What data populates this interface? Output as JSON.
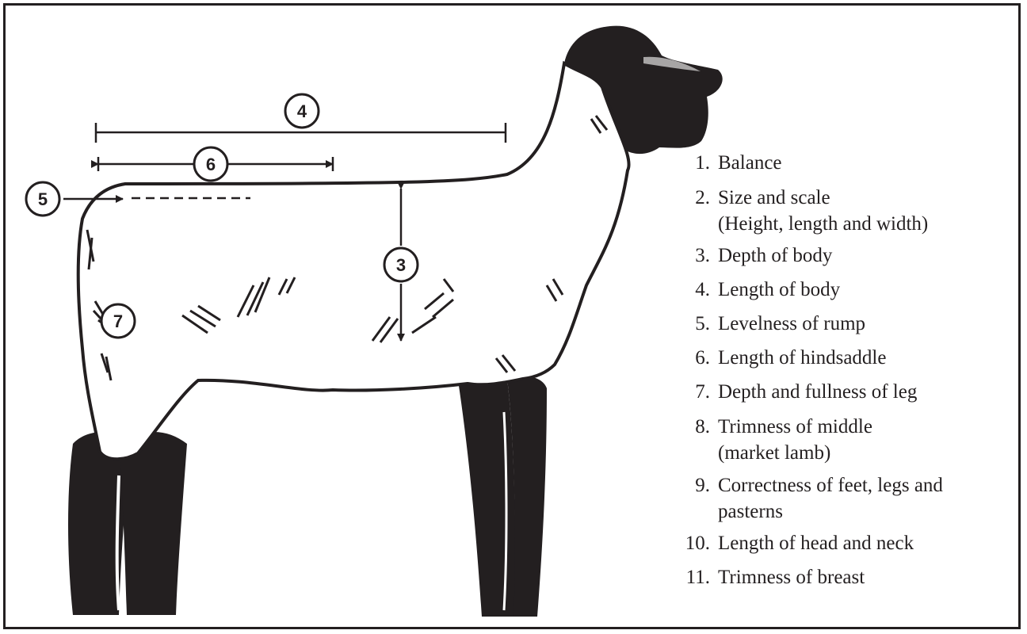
{
  "callouts": [
    "4",
    "6",
    "5",
    "3",
    "7"
  ],
  "legend": {
    "items": [
      {
        "num": "1.",
        "label": "Balance"
      },
      {
        "num": "2.",
        "label": "Size and scale",
        "sub": "(Height, length and width)"
      },
      {
        "num": "3.",
        "label": "Depth of body"
      },
      {
        "num": "4.",
        "label": "Length of body"
      },
      {
        "num": "5.",
        "label": "Levelness of rump"
      },
      {
        "num": "6.",
        "label": "Length of hindsaddle"
      },
      {
        "num": "7.",
        "label": "Depth and fullness of leg"
      },
      {
        "num": "8.",
        "label": "Trimness of middle",
        "sub": "(market lamb)"
      },
      {
        "num": "9.",
        "label": "Correctness of feet, legs and",
        "sub": "pasterns"
      },
      {
        "num": "10.",
        "label": "Length of head and neck"
      },
      {
        "num": "11.",
        "label": "Trimness of breast"
      }
    ]
  },
  "colors": {
    "ink": "#231f20",
    "background": "#ffffff"
  }
}
